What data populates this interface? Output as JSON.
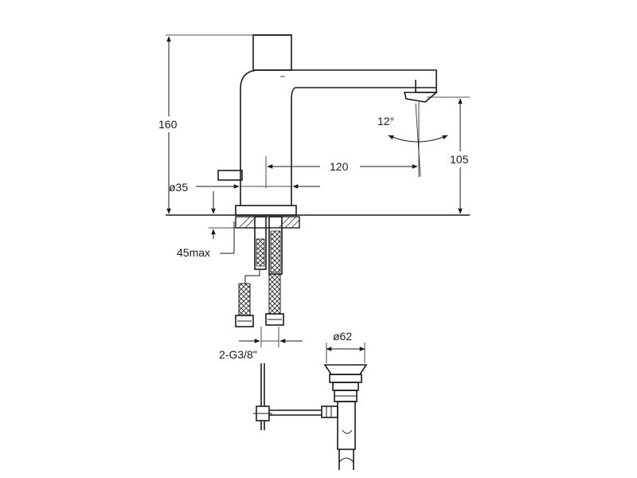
{
  "dimensions": {
    "height_total": "160",
    "spout_reach": "120",
    "spout_height": "105",
    "body_diameter": "ø35",
    "max_thickness": "45max",
    "spout_angle": "12°",
    "connection": "2-G3/8\"",
    "waste_diameter": "ø62"
  },
  "colors": {
    "line": "#1a1a1a",
    "background": "#ffffff"
  }
}
